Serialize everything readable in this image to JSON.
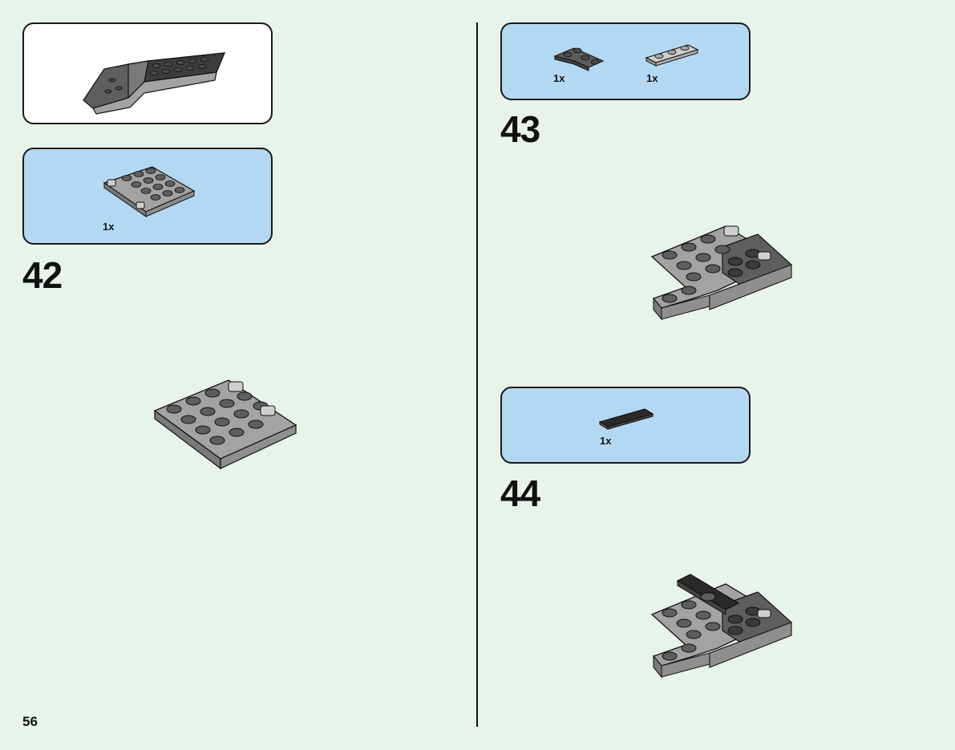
{
  "page": {
    "number": "56"
  },
  "steps": {
    "s42": {
      "number": "42",
      "parts": [
        {
          "qty": "1x",
          "part": "gray-4x4-hinge-plate"
        }
      ]
    },
    "s43": {
      "number": "43",
      "parts": [
        {
          "qty": "1x",
          "part": "dark-gray-corner-plate"
        },
        {
          "qty": "1x",
          "part": "gray-1x3-plate"
        }
      ]
    },
    "s44": {
      "number": "44",
      "parts": [
        {
          "qty": "1x",
          "part": "black-1x4-tile"
        }
      ]
    }
  },
  "colors": {
    "background": "#e8f3e9",
    "parts_panel": "#b4d8f2",
    "subassembly_panel": "#ffffff",
    "light_gray": "#a3a3a3",
    "dark_gray": "#5e5e5e",
    "black": "#2a2a2a"
  }
}
